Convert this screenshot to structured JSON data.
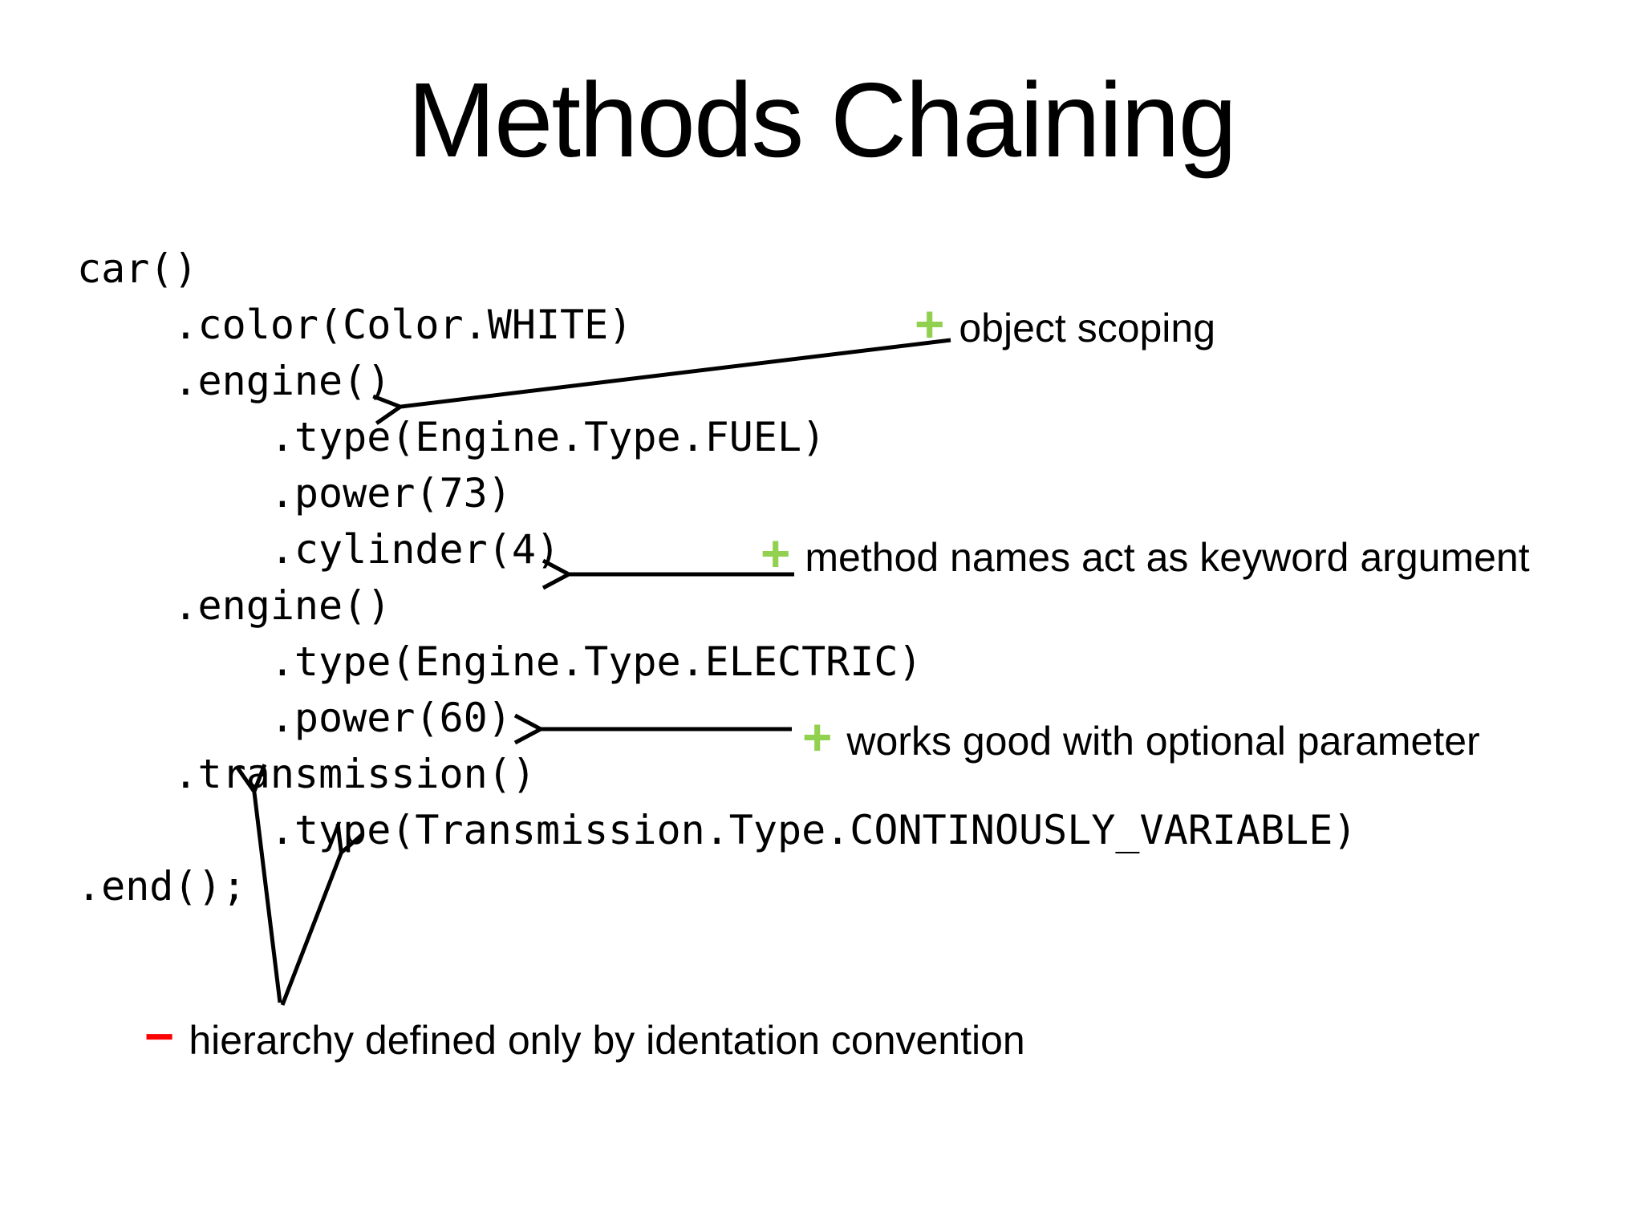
{
  "slide": {
    "title": "Methods Chaining",
    "code_lines": [
      "car()",
      "    .color(Color.WHITE)",
      "    .engine()",
      "        .type(Engine.Type.FUEL)",
      "        .power(73)",
      "        .cylinder(4)",
      "    .engine()",
      "        .type(Engine.Type.ELECTRIC)",
      "        .power(60)",
      "    .transmission()",
      "        .type(Transmission.Type.CONTINOUSLY_VARIABLE)",
      ".end();"
    ],
    "annotations": [
      {
        "sign": "+",
        "label": "object scoping"
      },
      {
        "sign": "+",
        "label": "method names act as keyword argument"
      },
      {
        "sign": "+",
        "label": "works good with optional parameter"
      },
      {
        "sign": "−",
        "label": "hierarchy defined only by identation convention"
      }
    ],
    "colors": {
      "positive": "#92d050",
      "negative": "#ff0000",
      "text": "#000000",
      "background": "#ffffff"
    }
  }
}
